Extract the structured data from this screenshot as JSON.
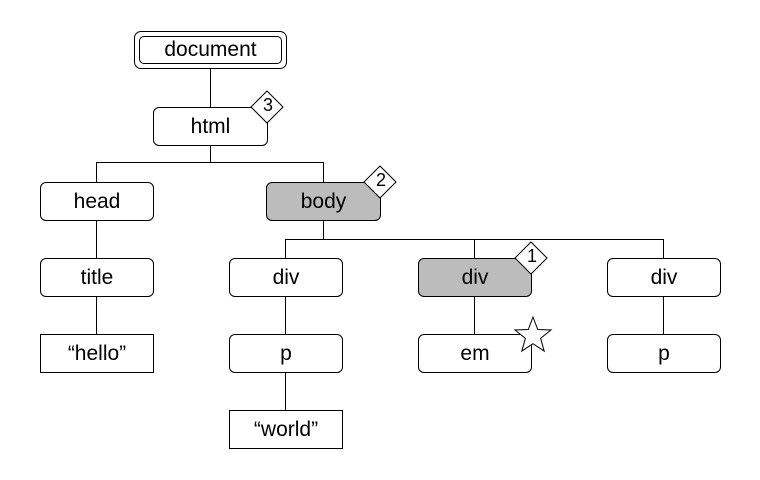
{
  "nodes": {
    "document": "document",
    "html": "html",
    "head": "head",
    "body": "body",
    "title": "title",
    "hello": "“hello”",
    "div1": "div",
    "div2": "div",
    "div3": "div",
    "p1": "p",
    "em": "em",
    "p2": "p",
    "world": "“world”"
  },
  "badges": {
    "html": "3",
    "body": "2",
    "div2": "1"
  },
  "colors": {
    "highlight": "#bcbcbc",
    "line": "#000000",
    "background": "#ffffff"
  },
  "marker_icon": "star-icon"
}
